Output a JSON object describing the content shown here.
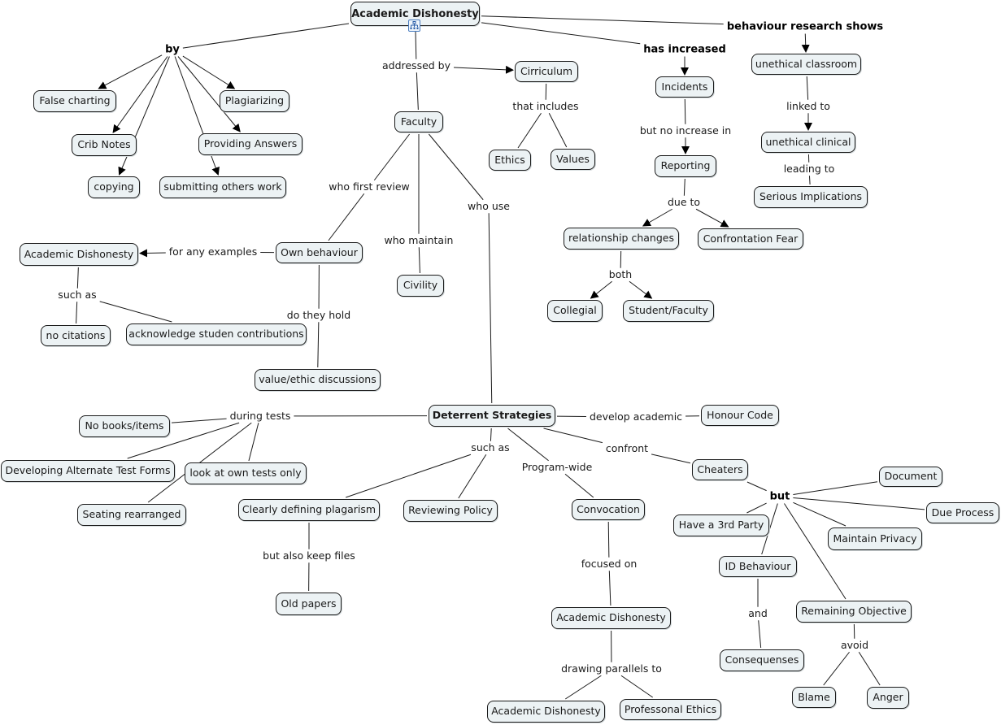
{
  "concept_map": {
    "title": "Academic Dishonesty",
    "nodes": [
      {
        "id": "root",
        "label": "Academic Dishonesty",
        "bold": true
      },
      {
        "id": "false_charting",
        "label": "False charting"
      },
      {
        "id": "plagiarizing",
        "label": "Plagiarizing"
      },
      {
        "id": "crib_notes",
        "label": "Crib Notes"
      },
      {
        "id": "providing_answers",
        "label": "Providing Answers"
      },
      {
        "id": "copying",
        "label": "copying"
      },
      {
        "id": "submitting",
        "label": "submitting others work"
      },
      {
        "id": "cirriculum",
        "label": "Cirriculum"
      },
      {
        "id": "faculty",
        "label": "Faculty"
      },
      {
        "id": "ethics",
        "label": "Ethics"
      },
      {
        "id": "values",
        "label": "Values"
      },
      {
        "id": "incidents",
        "label": "Incidents"
      },
      {
        "id": "reporting",
        "label": "Reporting"
      },
      {
        "id": "relationship_changes",
        "label": "relationship changes"
      },
      {
        "id": "confrontation_fear",
        "label": "Confrontation Fear"
      },
      {
        "id": "collegial",
        "label": "Collegial"
      },
      {
        "id": "student_faculty",
        "label": "Student/Faculty"
      },
      {
        "id": "unethical_classroom",
        "label": "unethical classroom"
      },
      {
        "id": "unethical_clinical",
        "label": "unethical clinical"
      },
      {
        "id": "serious_implications",
        "label": "Serious Implications"
      },
      {
        "id": "ad_examples",
        "label": "Academic Dishonesty"
      },
      {
        "id": "own_behaviour",
        "label": "Own behaviour"
      },
      {
        "id": "civility",
        "label": "Civility"
      },
      {
        "id": "no_citations",
        "label": "no citations"
      },
      {
        "id": "acknowledge",
        "label": "acknowledge studen contributions"
      },
      {
        "id": "value_ethic",
        "label": "value/ethic discussions"
      },
      {
        "id": "deterrent",
        "label": "Deterrent Strategies",
        "bold": true
      },
      {
        "id": "honour_code",
        "label": "Honour Code"
      },
      {
        "id": "no_books",
        "label": "No books/items"
      },
      {
        "id": "alt_forms",
        "label": "Developing Alternate Test Forms"
      },
      {
        "id": "own_tests",
        "label": "look at own tests only"
      },
      {
        "id": "seating",
        "label": "Seating rearranged"
      },
      {
        "id": "clearly_defining",
        "label": "Clearly defining plagarism"
      },
      {
        "id": "reviewing_policy",
        "label": "Reviewing Policy"
      },
      {
        "id": "convocation",
        "label": "Convocation"
      },
      {
        "id": "cheaters",
        "label": "Cheaters"
      },
      {
        "id": "old_papers",
        "label": "Old papers"
      },
      {
        "id": "ad_focus",
        "label": "Academic Dishonesty"
      },
      {
        "id": "ad_parallel",
        "label": "Academic Dishonesty"
      },
      {
        "id": "professional_ethics",
        "label": "Professonal Ethics"
      },
      {
        "id": "document",
        "label": "Document"
      },
      {
        "id": "due_process",
        "label": "Due Process"
      },
      {
        "id": "third_party",
        "label": "Have a 3rd Party"
      },
      {
        "id": "maintain_privacy",
        "label": "Maintain Privacy"
      },
      {
        "id": "id_behaviour",
        "label": "ID Behaviour"
      },
      {
        "id": "remaining_objective",
        "label": "Remaining Objective"
      },
      {
        "id": "consequenses",
        "label": "Consequenses"
      },
      {
        "id": "blame",
        "label": "Blame"
      },
      {
        "id": "anger",
        "label": "Anger"
      }
    ],
    "linking_phrases": [
      {
        "id": "lp_by",
        "label": "by",
        "bold": true
      },
      {
        "id": "lp_addressed_by",
        "label": "addressed by"
      },
      {
        "id": "lp_has_increased",
        "label": "has increased",
        "bold": true
      },
      {
        "id": "lp_behaviour_research",
        "label": "behaviour research shows",
        "bold": true
      },
      {
        "id": "lp_that_includes",
        "label": "that includes"
      },
      {
        "id": "lp_but_no_increase",
        "label": "but no increase in"
      },
      {
        "id": "lp_due_to",
        "label": "due to"
      },
      {
        "id": "lp_both",
        "label": "both"
      },
      {
        "id": "lp_linked_to",
        "label": "linked to"
      },
      {
        "id": "lp_leading_to",
        "label": "leading to"
      },
      {
        "id": "lp_who_first_review",
        "label": "who first review"
      },
      {
        "id": "lp_who_maintain",
        "label": "who maintain"
      },
      {
        "id": "lp_who_use",
        "label": "who use"
      },
      {
        "id": "lp_for_any_examples",
        "label": "for any examples"
      },
      {
        "id": "lp_such_as_1",
        "label": "such as"
      },
      {
        "id": "lp_do_they_hold",
        "label": "do they hold"
      },
      {
        "id": "lp_during_tests",
        "label": "during tests"
      },
      {
        "id": "lp_develop_academic",
        "label": "develop academic"
      },
      {
        "id": "lp_such_as_2",
        "label": "such as"
      },
      {
        "id": "lp_program_wide",
        "label": "Program-wide"
      },
      {
        "id": "lp_confront",
        "label": "confront"
      },
      {
        "id": "lp_but",
        "label": "but",
        "bold": true
      },
      {
        "id": "lp_but_also_keep",
        "label": "but also keep files"
      },
      {
        "id": "lp_focused_on",
        "label": "focused on"
      },
      {
        "id": "lp_drawing_parallels",
        "label": "drawing parallels to"
      },
      {
        "id": "lp_and",
        "label": "and"
      },
      {
        "id": "lp_avoid",
        "label": "avoid"
      }
    ],
    "connections": [
      {
        "from": "root",
        "to": "lp_by"
      },
      {
        "from": "lp_by",
        "to": "false_charting",
        "arrow": true
      },
      {
        "from": "lp_by",
        "to": "plagiarizing",
        "arrow": true
      },
      {
        "from": "lp_by",
        "to": "crib_notes",
        "arrow": true
      },
      {
        "from": "lp_by",
        "to": "providing_answers",
        "arrow": true
      },
      {
        "from": "lp_by",
        "to": "copying",
        "arrow": true
      },
      {
        "from": "lp_by",
        "to": "submitting",
        "arrow": true
      },
      {
        "from": "root",
        "to": "lp_addressed_by"
      },
      {
        "from": "lp_addressed_by",
        "to": "cirriculum",
        "arrow": true
      },
      {
        "from": "lp_addressed_by",
        "to": "faculty"
      },
      {
        "from": "root",
        "to": "lp_has_increased"
      },
      {
        "from": "root",
        "to": "lp_behaviour_research"
      },
      {
        "from": "cirriculum",
        "to": "lp_that_includes"
      },
      {
        "from": "lp_that_includes",
        "to": "ethics"
      },
      {
        "from": "lp_that_includes",
        "to": "values"
      },
      {
        "from": "lp_has_increased",
        "to": "incidents",
        "arrow": true
      },
      {
        "from": "incidents",
        "to": "lp_but_no_increase"
      },
      {
        "from": "lp_but_no_increase",
        "to": "reporting",
        "arrow": true
      },
      {
        "from": "reporting",
        "to": "lp_due_to"
      },
      {
        "from": "lp_due_to",
        "to": "relationship_changes",
        "arrow": true
      },
      {
        "from": "lp_due_to",
        "to": "confrontation_fear",
        "arrow": true
      },
      {
        "from": "relationship_changes",
        "to": "lp_both"
      },
      {
        "from": "lp_both",
        "to": "collegial",
        "arrow": true
      },
      {
        "from": "lp_both",
        "to": "student_faculty",
        "arrow": true
      },
      {
        "from": "lp_behaviour_research",
        "to": "unethical_classroom",
        "arrow": true
      },
      {
        "from": "unethical_classroom",
        "to": "lp_linked_to"
      },
      {
        "from": "lp_linked_to",
        "to": "unethical_clinical",
        "arrow": true
      },
      {
        "from": "unethical_clinical",
        "to": "lp_leading_to"
      },
      {
        "from": "lp_leading_to",
        "to": "serious_implications"
      },
      {
        "from": "faculty",
        "to": "lp_who_first_review"
      },
      {
        "from": "lp_who_first_review",
        "to": "own_behaviour"
      },
      {
        "from": "faculty",
        "to": "lp_who_maintain"
      },
      {
        "from": "lp_who_maintain",
        "to": "civility"
      },
      {
        "from": "faculty",
        "to": "lp_who_use"
      },
      {
        "from": "lp_who_use",
        "to": "deterrent"
      },
      {
        "from": "own_behaviour",
        "to": "lp_for_any_examples"
      },
      {
        "from": "lp_for_any_examples",
        "to": "ad_examples",
        "arrow": true
      },
      {
        "from": "ad_examples",
        "to": "lp_such_as_1"
      },
      {
        "from": "lp_such_as_1",
        "to": "no_citations"
      },
      {
        "from": "lp_such_as_1",
        "to": "acknowledge"
      },
      {
        "from": "own_behaviour",
        "to": "lp_do_they_hold"
      },
      {
        "from": "lp_do_they_hold",
        "to": "value_ethic"
      },
      {
        "from": "deterrent",
        "to": "lp_during_tests"
      },
      {
        "from": "lp_during_tests",
        "to": "no_books"
      },
      {
        "from": "lp_during_tests",
        "to": "alt_forms"
      },
      {
        "from": "lp_during_tests",
        "to": "own_tests"
      },
      {
        "from": "lp_during_tests",
        "to": "seating"
      },
      {
        "from": "deterrent",
        "to": "lp_develop_academic"
      },
      {
        "from": "lp_develop_academic",
        "to": "honour_code"
      },
      {
        "from": "deterrent",
        "to": "lp_such_as_2"
      },
      {
        "from": "lp_such_as_2",
        "to": "clearly_defining"
      },
      {
        "from": "lp_such_as_2",
        "to": "reviewing_policy"
      },
      {
        "from": "deterrent",
        "to": "lp_program_wide"
      },
      {
        "from": "lp_program_wide",
        "to": "convocation"
      },
      {
        "from": "deterrent",
        "to": "lp_confront"
      },
      {
        "from": "lp_confront",
        "to": "cheaters"
      },
      {
        "from": "cheaters",
        "to": "lp_but"
      },
      {
        "from": "lp_but",
        "to": "document"
      },
      {
        "from": "lp_but",
        "to": "due_process"
      },
      {
        "from": "lp_but",
        "to": "third_party"
      },
      {
        "from": "lp_but",
        "to": "maintain_privacy"
      },
      {
        "from": "lp_but",
        "to": "id_behaviour"
      },
      {
        "from": "lp_but",
        "to": "remaining_objective"
      },
      {
        "from": "clearly_defining",
        "to": "lp_but_also_keep"
      },
      {
        "from": "lp_but_also_keep",
        "to": "old_papers"
      },
      {
        "from": "convocation",
        "to": "lp_focused_on"
      },
      {
        "from": "lp_focused_on",
        "to": "ad_focus"
      },
      {
        "from": "ad_focus",
        "to": "lp_drawing_parallels"
      },
      {
        "from": "lp_drawing_parallels",
        "to": "ad_parallel"
      },
      {
        "from": "lp_drawing_parallels",
        "to": "professional_ethics"
      },
      {
        "from": "id_behaviour",
        "to": "lp_and"
      },
      {
        "from": "lp_and",
        "to": "consequenses"
      },
      {
        "from": "remaining_objective",
        "to": "lp_avoid"
      },
      {
        "from": "lp_avoid",
        "to": "blame"
      },
      {
        "from": "lp_avoid",
        "to": "anger"
      }
    ]
  },
  "icons": {
    "root_submap": "hierarchy-map-icon"
  }
}
